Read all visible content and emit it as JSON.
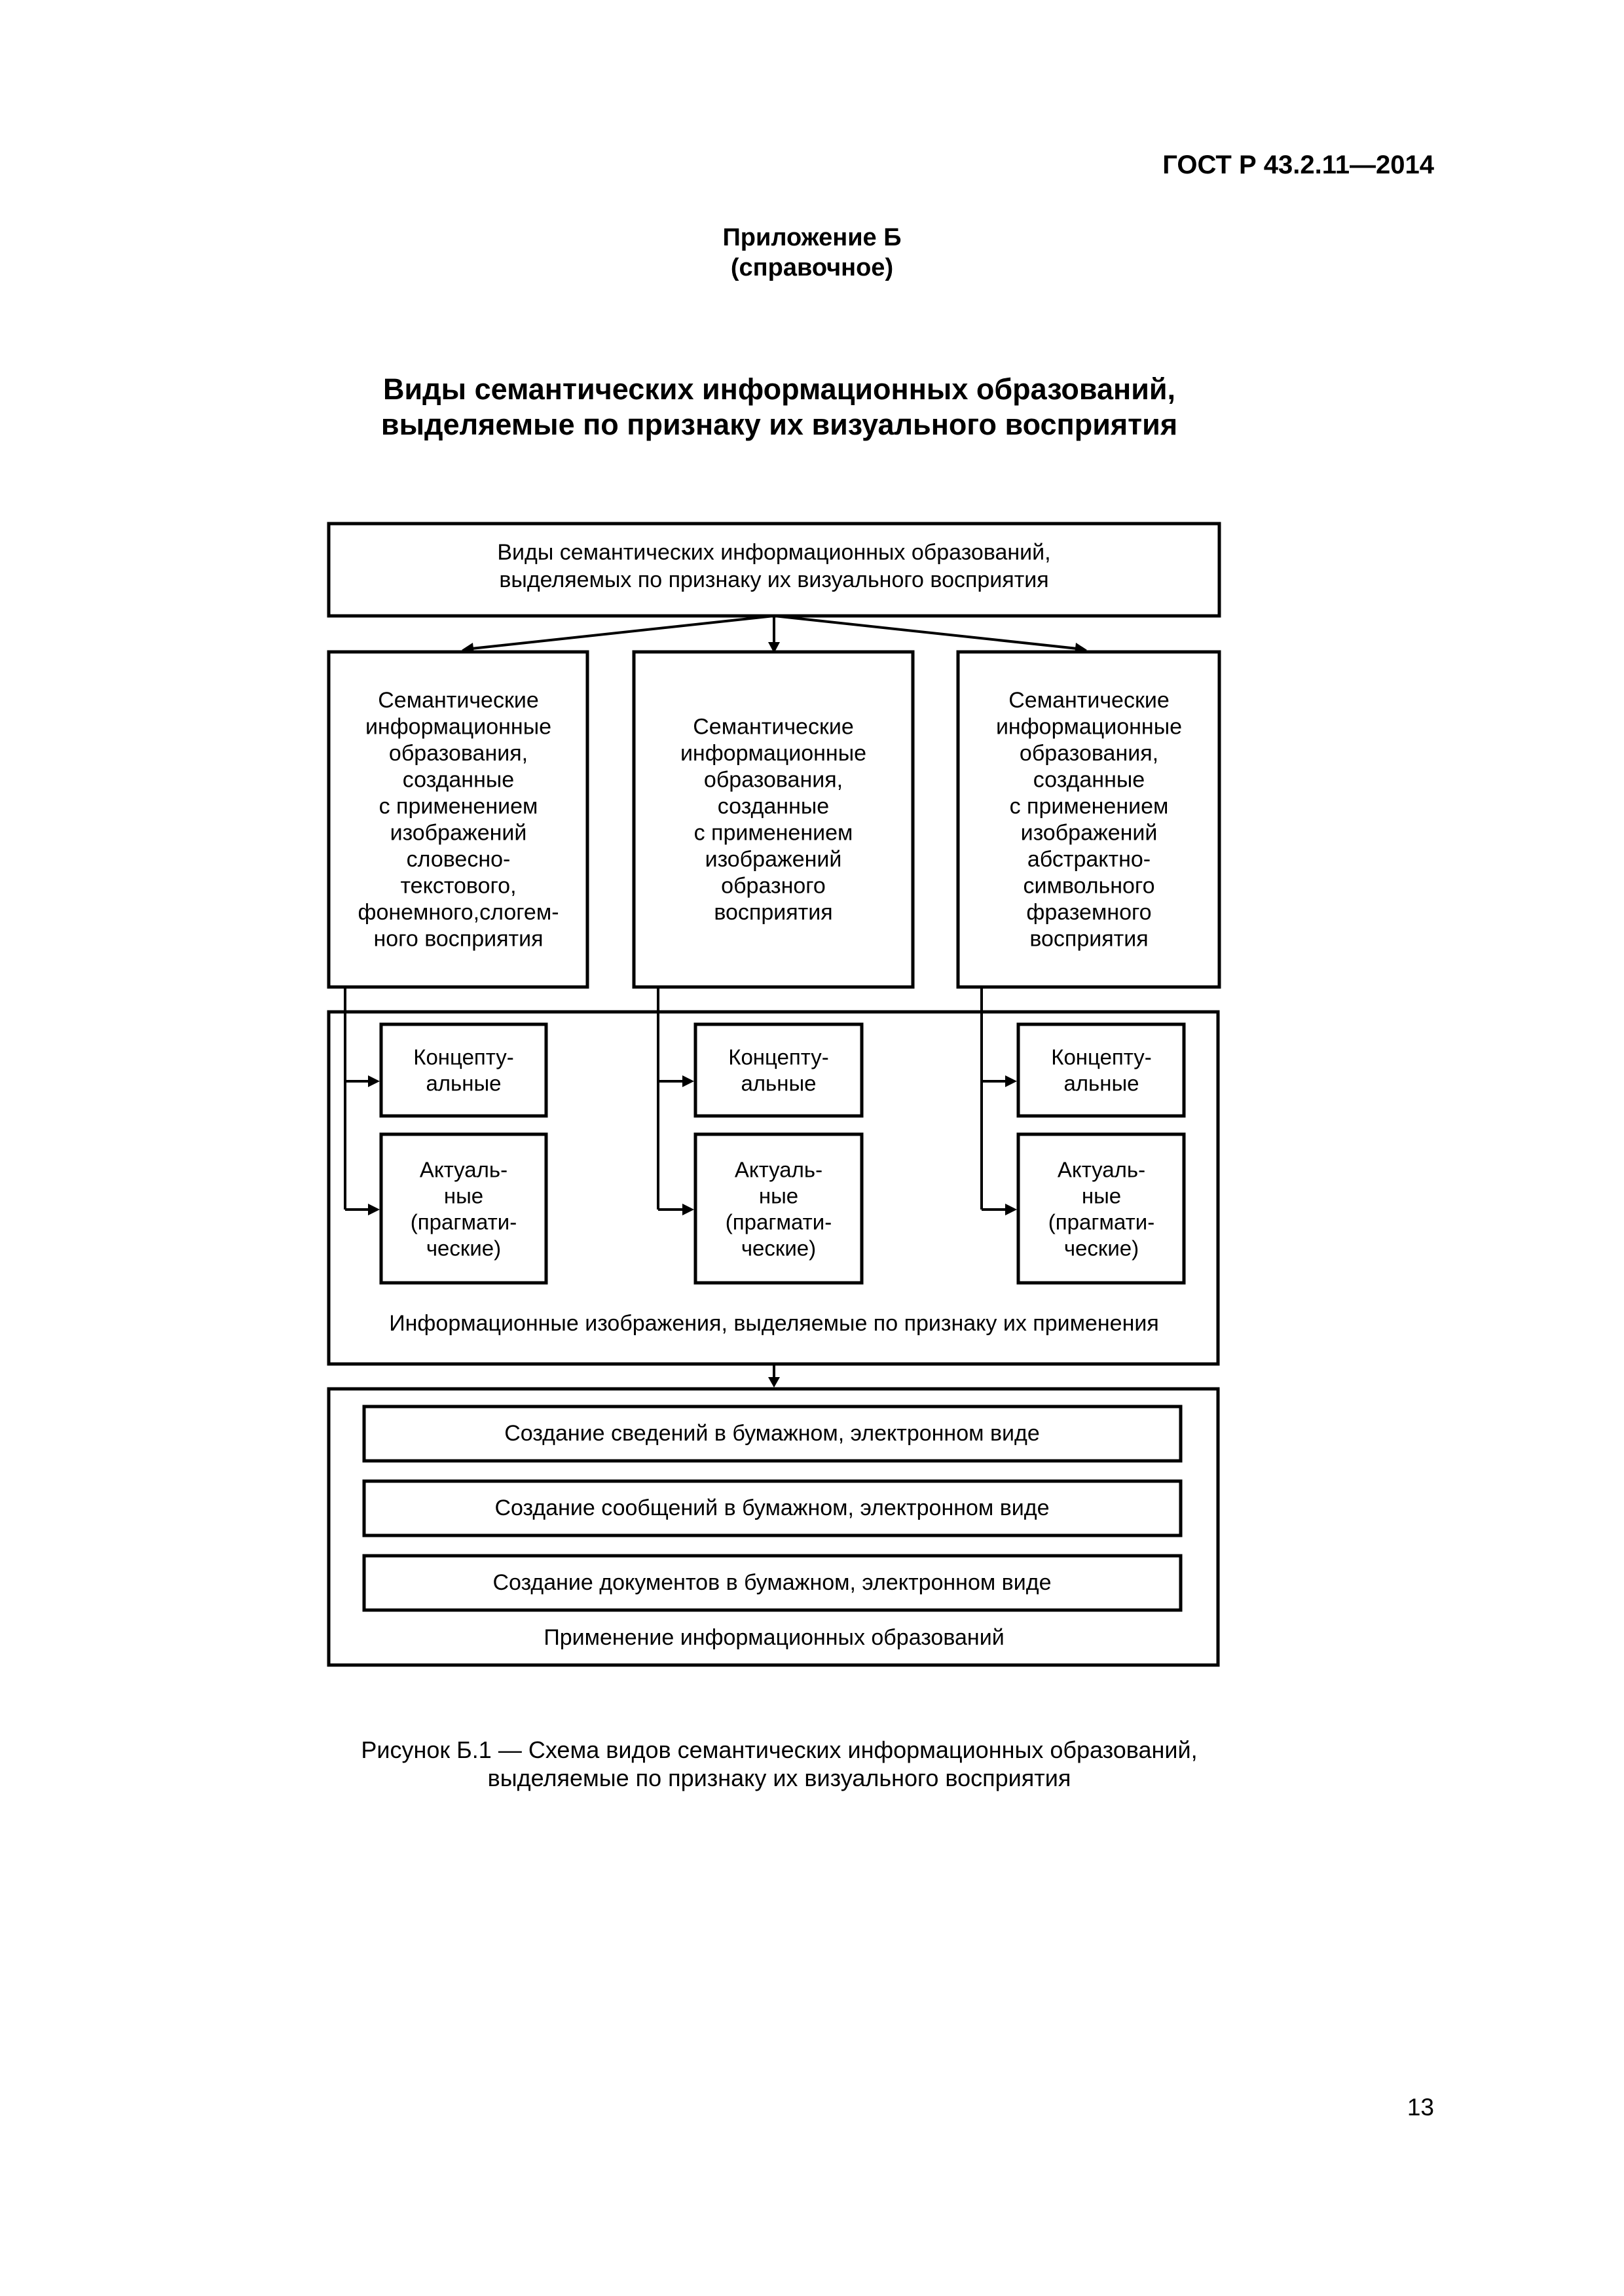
{
  "header": {
    "standard_id": "ГОСТ Р 43.2.11—2014"
  },
  "appendix": {
    "line1": "Приложение Б",
    "line2": "(справочное)"
  },
  "title": {
    "line1": "Виды семантических информационных образований,",
    "line2": "выделяемые по признаку их визуального восприятия"
  },
  "diagram": {
    "root": {
      "line1": "Виды семантических информационных образований,",
      "line2": "выделяемых по признаку их визуального восприятия"
    },
    "categories": [
      {
        "lines": [
          "Семантические",
          "информационные",
          "образования,",
          "созданные",
          "с применением",
          "изображений",
          "словесно-",
          "текстового,",
          "фонемного,слогем-",
          "ного восприятия"
        ]
      },
      {
        "lines": [
          "Семантические",
          "информационные",
          "образования,",
          "созданные",
          "с применением",
          "изображений",
          "образного",
          "восприятия"
        ]
      },
      {
        "lines": [
          "Семантические",
          "информационные",
          "образования,",
          "созданные",
          "с применением",
          "изображений",
          "абстрактно-",
          "символьного",
          "фраземного",
          "восприятия"
        ]
      }
    ],
    "subtypes": [
      {
        "conceptual": [
          "Концепту-",
          "альные"
        ],
        "actual": [
          "Актуаль-",
          "ные",
          "(прагмати-",
          "ческие)"
        ]
      },
      {
        "conceptual": [
          "Концепту-",
          "альные"
        ],
        "actual": [
          "Актуаль-",
          "ные",
          "(прагмати-",
          "ческие)"
        ]
      },
      {
        "conceptual": [
          "Концепту-",
          "альные"
        ],
        "actual": [
          "Актуаль-",
          "ные",
          "(прагмати-",
          "ческие)"
        ]
      }
    ],
    "images_group_label": "Информационные изображения, выделяемые по признаку их применения",
    "applications": [
      "Создание сведений в бумажном, электронном виде",
      "Создание сообщений в бумажном, электронном виде",
      "Создание документов в бумажном, электронном виде"
    ],
    "applications_group_label": "Применение информационных образований"
  },
  "caption": {
    "line1": "Рисунок Б.1 — Схема видов семантических информационных образований,",
    "line2": "выделяемые по признаку их визуального восприятия"
  },
  "page_number": "13"
}
